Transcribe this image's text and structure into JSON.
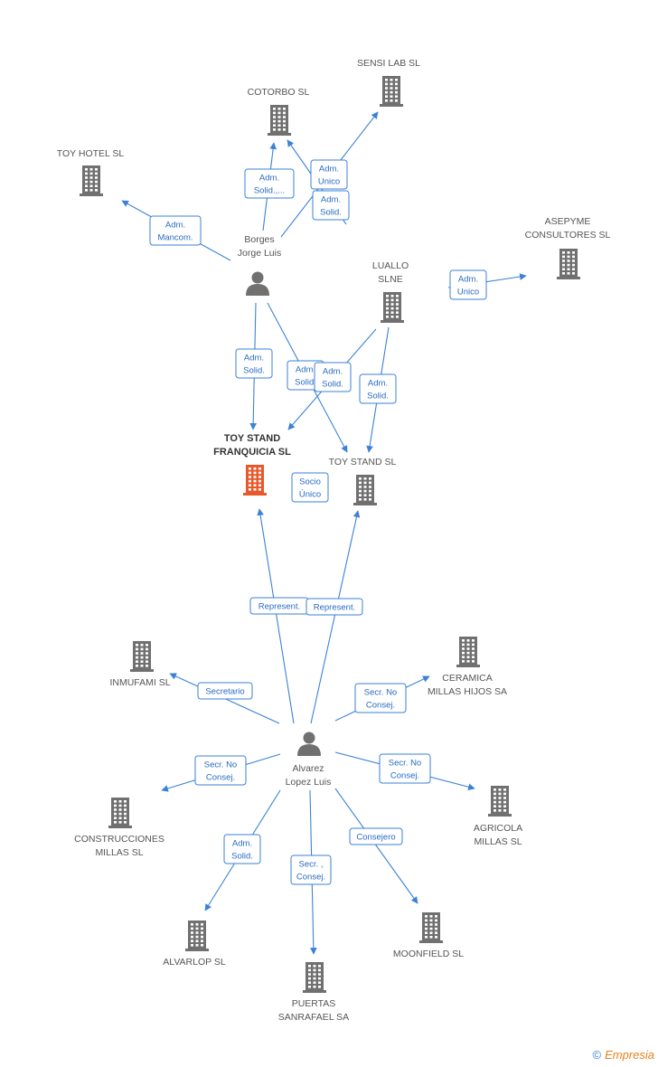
{
  "colors": {
    "company": "#707070",
    "focus": "#e8582a",
    "person": "#707070",
    "edge": "#3b82d6",
    "label": "#555555"
  },
  "nodes": [
    {
      "id": "toy-hotel",
      "type": "company",
      "lines": [
        "TOY HOTEL  SL"
      ]
    },
    {
      "id": "cotorbo",
      "type": "company",
      "lines": [
        "COTORBO SL"
      ]
    },
    {
      "id": "sensi-lab",
      "type": "company",
      "lines": [
        "SENSI LAB SL"
      ]
    },
    {
      "id": "asepyme",
      "type": "company",
      "lines": [
        "ASEPYME",
        "CONSULTORES SL"
      ]
    },
    {
      "id": "borges",
      "type": "person",
      "lines": [
        "Borges",
        "Jorge Luis"
      ]
    },
    {
      "id": "luallo",
      "type": "company",
      "lines": [
        "LUALLO",
        "SLNE"
      ]
    },
    {
      "id": "toy-stand-franquicia",
      "type": "focus",
      "lines": [
        "TOY STAND",
        "FRANQUICIA SL"
      ]
    },
    {
      "id": "toy-stand",
      "type": "company",
      "lines": [
        "TOY STAND SL"
      ]
    },
    {
      "id": "inmufami",
      "type": "company",
      "lines": [
        "INMUFAMI SL"
      ]
    },
    {
      "id": "ceramica",
      "type": "company",
      "lines": [
        "CERAMICA",
        "MILLAS HIJOS SA"
      ]
    },
    {
      "id": "alvarez",
      "type": "person",
      "lines": [
        "Alvarez",
        "Lopez Luis"
      ]
    },
    {
      "id": "construcciones",
      "type": "company",
      "lines": [
        "CONSTRUCCIONES",
        "MILLAS SL"
      ]
    },
    {
      "id": "agricola",
      "type": "company",
      "lines": [
        "AGRICOLA",
        "MILLAS SL"
      ]
    },
    {
      "id": "alvarlop",
      "type": "company",
      "lines": [
        "ALVARLOP SL"
      ]
    },
    {
      "id": "moonfield",
      "type": "company",
      "lines": [
        "MOONFIELD SL"
      ]
    },
    {
      "id": "puertas",
      "type": "company",
      "lines": [
        "PUERTAS",
        "SANRAFAEL SA"
      ]
    }
  ],
  "relations": [
    {
      "lines": [
        "Adm.",
        "Mancom."
      ]
    },
    {
      "lines": [
        "Adm.",
        "Solid.,..."
      ]
    },
    {
      "lines": [
        "Adm.",
        "Unico"
      ]
    },
    {
      "lines": [
        "Adm.",
        "Solid."
      ]
    },
    {
      "lines": [
        "Adm.",
        "Unico"
      ]
    },
    {
      "lines": [
        "Adm.",
        "Solid."
      ]
    },
    {
      "lines": [
        "Adm.",
        "Solid."
      ]
    },
    {
      "lines": [
        "Adm.",
        "Solid."
      ]
    },
    {
      "lines": [
        "Adm.",
        "Solid."
      ]
    },
    {
      "lines": [
        "Socio",
        "Único"
      ]
    },
    {
      "lines": [
        "Represent."
      ]
    },
    {
      "lines": [
        "Represent."
      ]
    },
    {
      "lines": [
        "Secretario"
      ]
    },
    {
      "lines": [
        "Secr.  No",
        "Consej."
      ]
    },
    {
      "lines": [
        "Secr.  No",
        "Consej."
      ]
    },
    {
      "lines": [
        "Secr.  No",
        "Consej."
      ]
    },
    {
      "lines": [
        "Adm.",
        "Solid."
      ]
    },
    {
      "lines": [
        "Secr. ,",
        "Consej."
      ]
    },
    {
      "lines": [
        "Consejero"
      ]
    }
  ],
  "footer": {
    "copyright": "©",
    "brand": "Empresia"
  }
}
